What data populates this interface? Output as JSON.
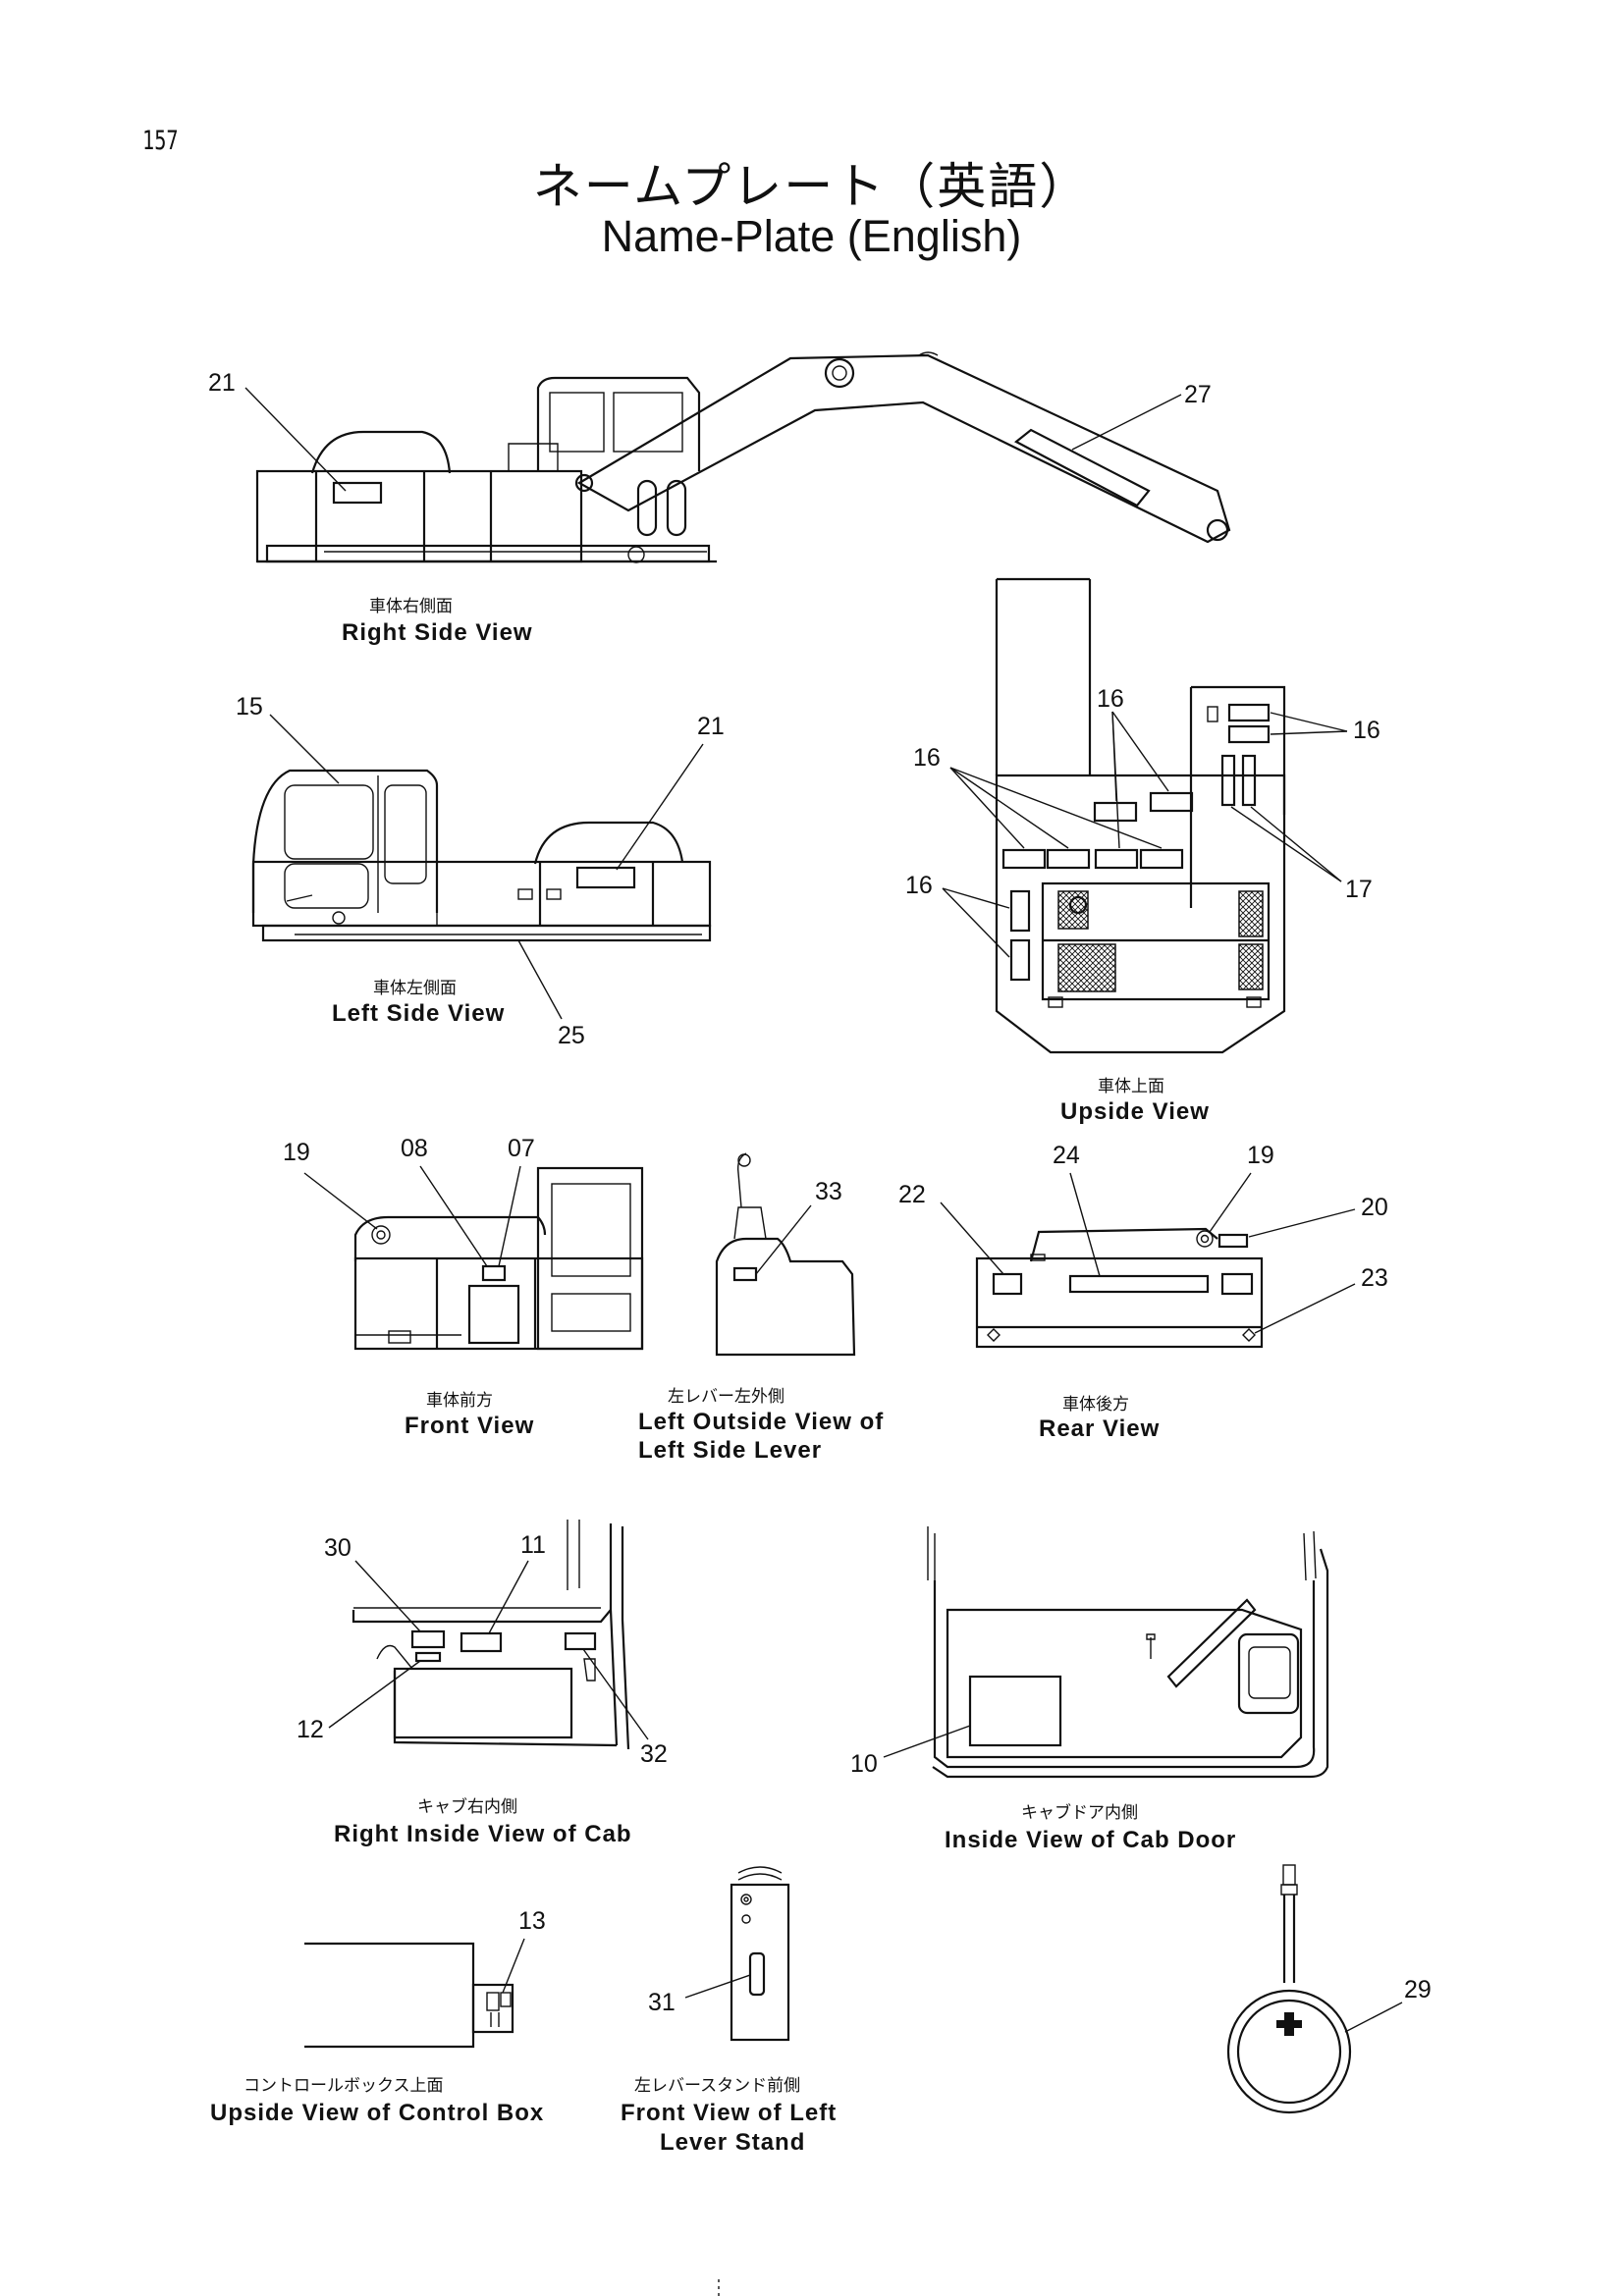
{
  "page_number": "157",
  "title": {
    "japanese": "ネームプレート（英語）",
    "english": "Name-Plate (English)"
  },
  "views": {
    "right_side": {
      "ja": "車体右側面",
      "en": "Right Side View",
      "callouts": [
        "21",
        "27"
      ]
    },
    "left_side": {
      "ja": "車体左側面",
      "en": "Left Side View",
      "callouts": [
        "15",
        "21",
        "25"
      ]
    },
    "upside": {
      "ja": "車体上面",
      "en": "Upside View",
      "callouts": [
        "16",
        "16",
        "16",
        "16",
        "17"
      ]
    },
    "front": {
      "ja": "車体前方",
      "en": "Front View",
      "callouts": [
        "19",
        "08",
        "07"
      ]
    },
    "left_lever": {
      "ja": "左レバー左外側",
      "en_line1": "Left Outside View of",
      "en_line2": "Left Side Lever",
      "callouts": [
        "33"
      ]
    },
    "rear": {
      "ja": "車体後方",
      "en": "Rear View",
      "callouts": [
        "22",
        "24",
        "19",
        "20",
        "23"
      ]
    },
    "cab_right": {
      "ja": "キャブ右内側",
      "en": "Right Inside View of Cab",
      "callouts": [
        "30",
        "11",
        "12",
        "32"
      ]
    },
    "cab_door": {
      "ja": "キャブドア内側",
      "en": "Inside View of Cab Door",
      "callouts": [
        "10"
      ]
    },
    "control_box": {
      "ja": "コントロールボックス上面",
      "en": "Upside View of Control Box",
      "callouts": [
        "13"
      ]
    },
    "lever_stand": {
      "ja": "左レバースタンド前側",
      "en_line1": "Front View of Left",
      "en_line2": "Lever Stand",
      "callouts": [
        "31"
      ]
    },
    "gauge": {
      "callouts": [
        "29"
      ]
    }
  }
}
